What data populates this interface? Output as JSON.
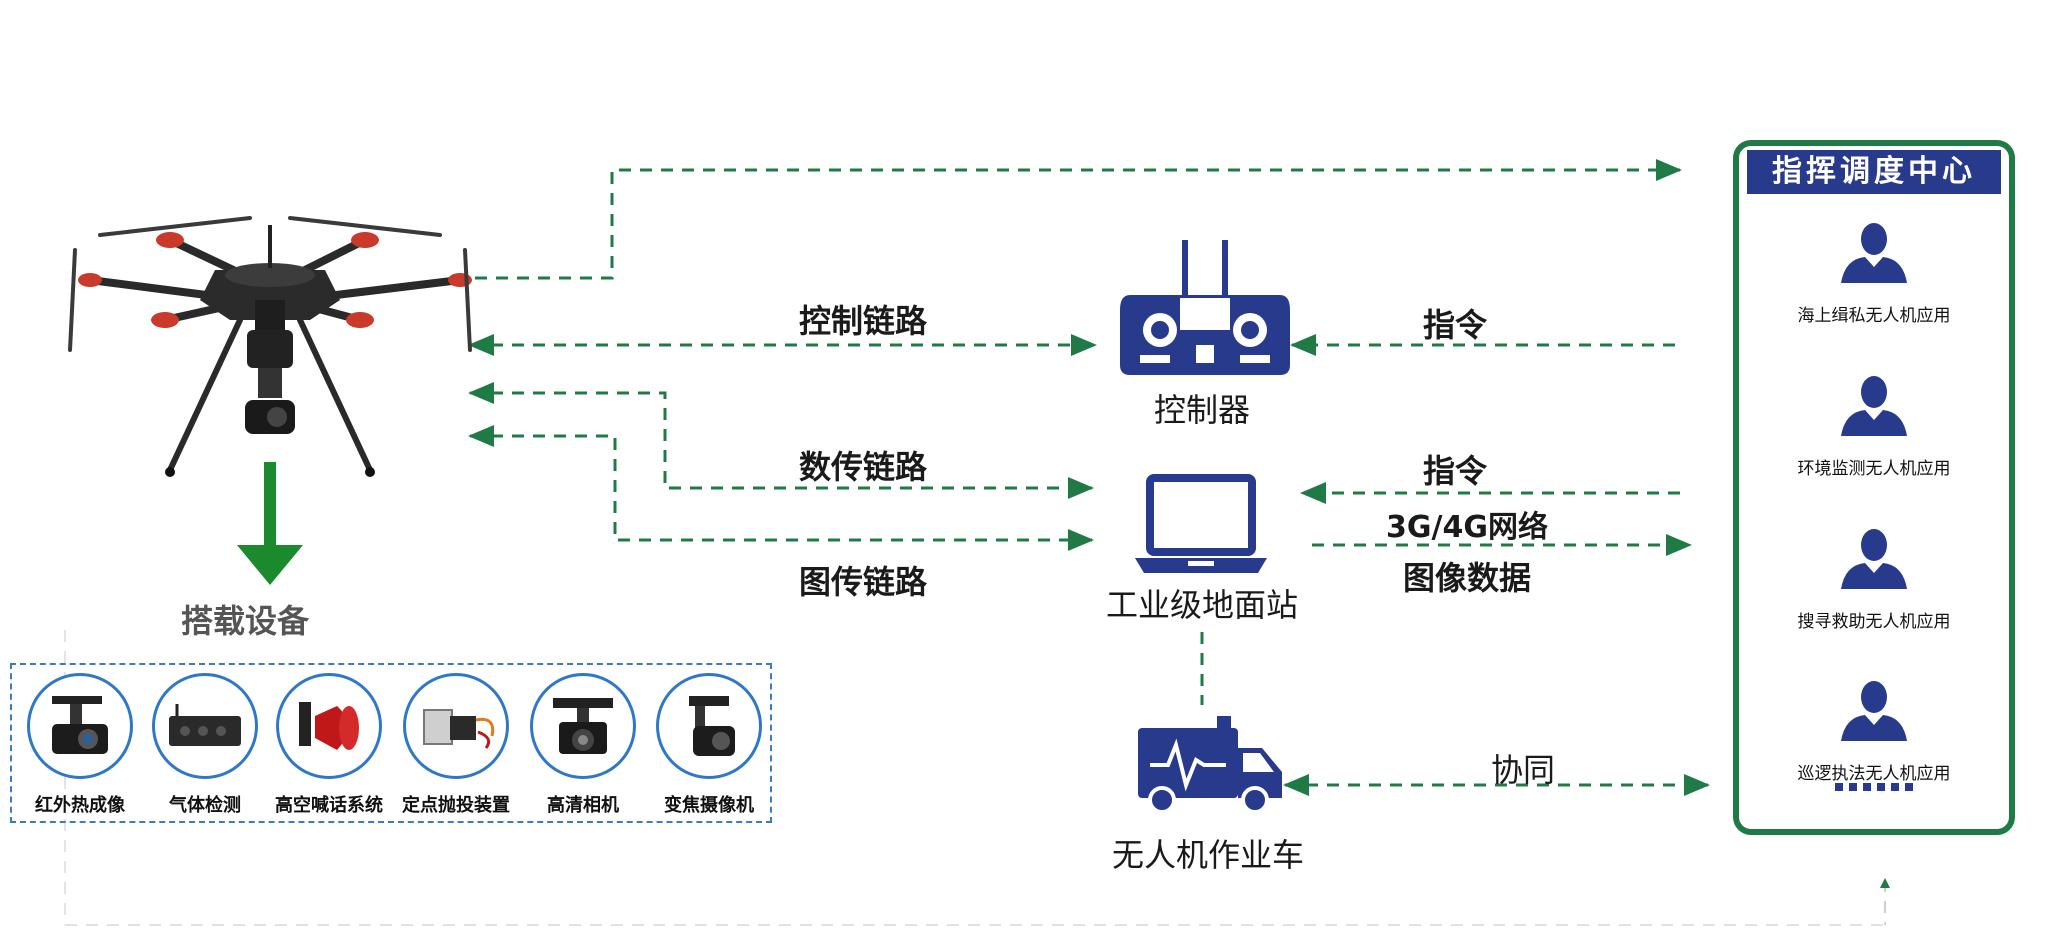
{
  "payload": {
    "title": "搭载设备",
    "items": [
      {
        "label": "红外热成像",
        "icon": "thermal-camera-icon"
      },
      {
        "label": "气体检测",
        "icon": "gas-detector-icon"
      },
      {
        "label": "高空喊话系统",
        "icon": "loudspeaker-icon"
      },
      {
        "label": "定点抛投装置",
        "icon": "drop-device-icon"
      },
      {
        "label": "高清相机",
        "icon": "hd-camera-icon"
      },
      {
        "label": "变焦摄像机",
        "icon": "zoom-camera-icon"
      }
    ]
  },
  "links": {
    "control_link": "控制链路",
    "data_link": "数传链路",
    "image_link": "图传链路",
    "command_1": "指令",
    "command_2": "指令",
    "network": "3G/4G网络",
    "image_data": "图像数据",
    "cooperation": "协同"
  },
  "nodes": {
    "controller": "控制器",
    "ground_station": "工业级地面站",
    "vehicle": "无人机作业车"
  },
  "command_center": {
    "title": "指挥调度中心",
    "items": [
      "海上缉私无人机应用",
      "环境监测无人机应用",
      "搜寻救助无人机应用",
      "巡逻执法无人机应用"
    ]
  },
  "colors": {
    "link": "#1f7a46",
    "accent": "#283a8c",
    "payload_border": "#3a7bc8"
  }
}
